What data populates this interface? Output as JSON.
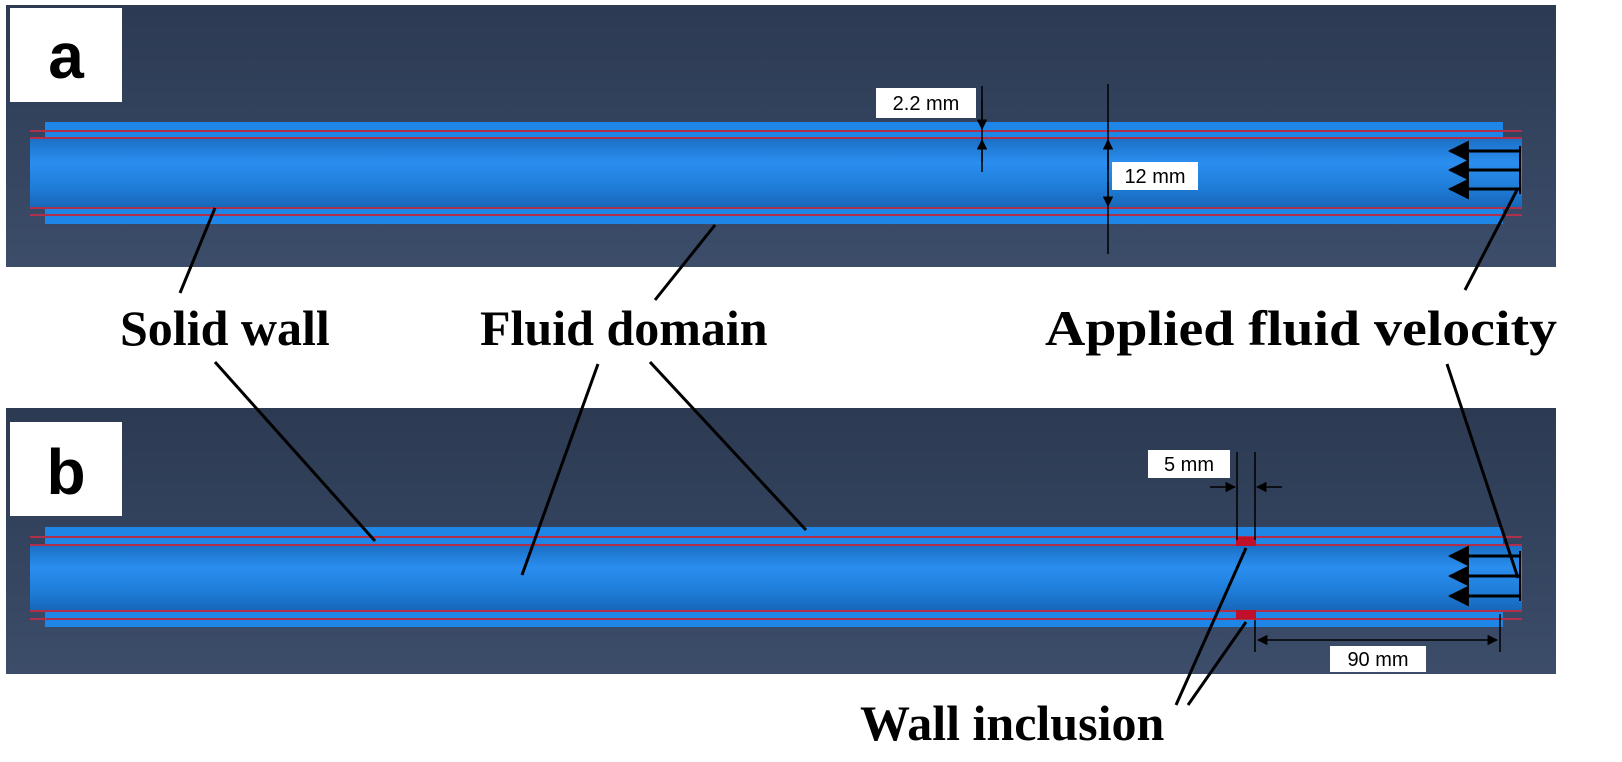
{
  "panels": {
    "a": {
      "label": "a",
      "wall_thickness": "2.2 mm",
      "diameter": "12 mm"
    },
    "b": {
      "label": "b",
      "inclusion_width": "5 mm",
      "inclusion_distance": "90 mm"
    }
  },
  "callouts": {
    "solid_wall": "Solid wall",
    "fluid_domain": "Fluid domain",
    "applied_velocity": "Applied fluid velocity",
    "wall_inclusion": "Wall inclusion"
  },
  "colors": {
    "background": "#2f3e58",
    "fluid": "#1f82e0",
    "wall_line": "#b0304c",
    "inclusion": "#c0102a"
  }
}
